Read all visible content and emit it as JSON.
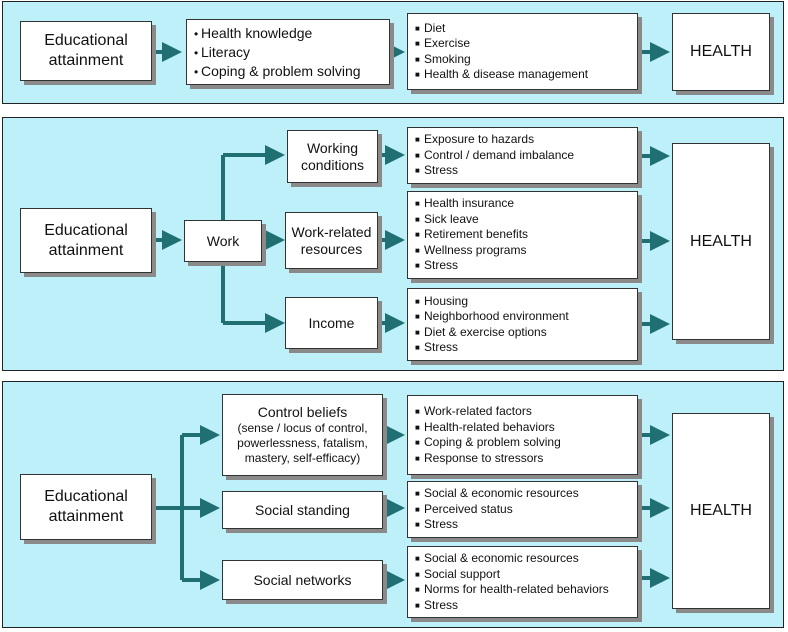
{
  "panel1": {
    "edu": [
      "Educational",
      "attainment"
    ],
    "mid": [
      "Health knowledge",
      "Literacy",
      "Coping & problem solving"
    ],
    "out": [
      "Diet",
      "Exercise",
      "Smoking",
      "Health & disease management"
    ],
    "health": "HEALTH"
  },
  "panel2": {
    "edu": [
      "Educational",
      "attainment"
    ],
    "work": "Work",
    "working_conditions": [
      "Working",
      "conditions"
    ],
    "work_resources": [
      "Work-related",
      "resources"
    ],
    "income": "Income",
    "wc_list": [
      "Exposure to hazards",
      "Control / demand imbalance",
      "Stress"
    ],
    "wr_list": [
      "Health insurance",
      "Sick leave",
      "Retirement benefits",
      "Wellness programs",
      "Stress"
    ],
    "inc_list": [
      "Housing",
      "Neighborhood environment",
      "Diet & exercise options",
      "Stress"
    ],
    "health": "HEALTH"
  },
  "panel3": {
    "edu": [
      "Educational",
      "attainment"
    ],
    "control_title": "Control beliefs",
    "control_detail": [
      "(sense / locus of control,",
      "powerlessness, fatalism,",
      "mastery, self-efficacy)"
    ],
    "social_standing": "Social standing",
    "social_networks": "Social networks",
    "cb_list": [
      "Work-related factors",
      "Health-related behaviors",
      "Coping & problem solving",
      "Response to stressors"
    ],
    "ss_list": [
      "Social & economic resources",
      "Perceived status",
      "Stress"
    ],
    "sn_list": [
      "Social & economic resources",
      "Social support",
      "Norms for health-related behaviors",
      "Stress"
    ],
    "health": "HEALTH"
  },
  "colors": {
    "panel_bg": "#bdf0f8",
    "arrow": "#1f6f73",
    "shadow": "#8a8a8a"
  }
}
